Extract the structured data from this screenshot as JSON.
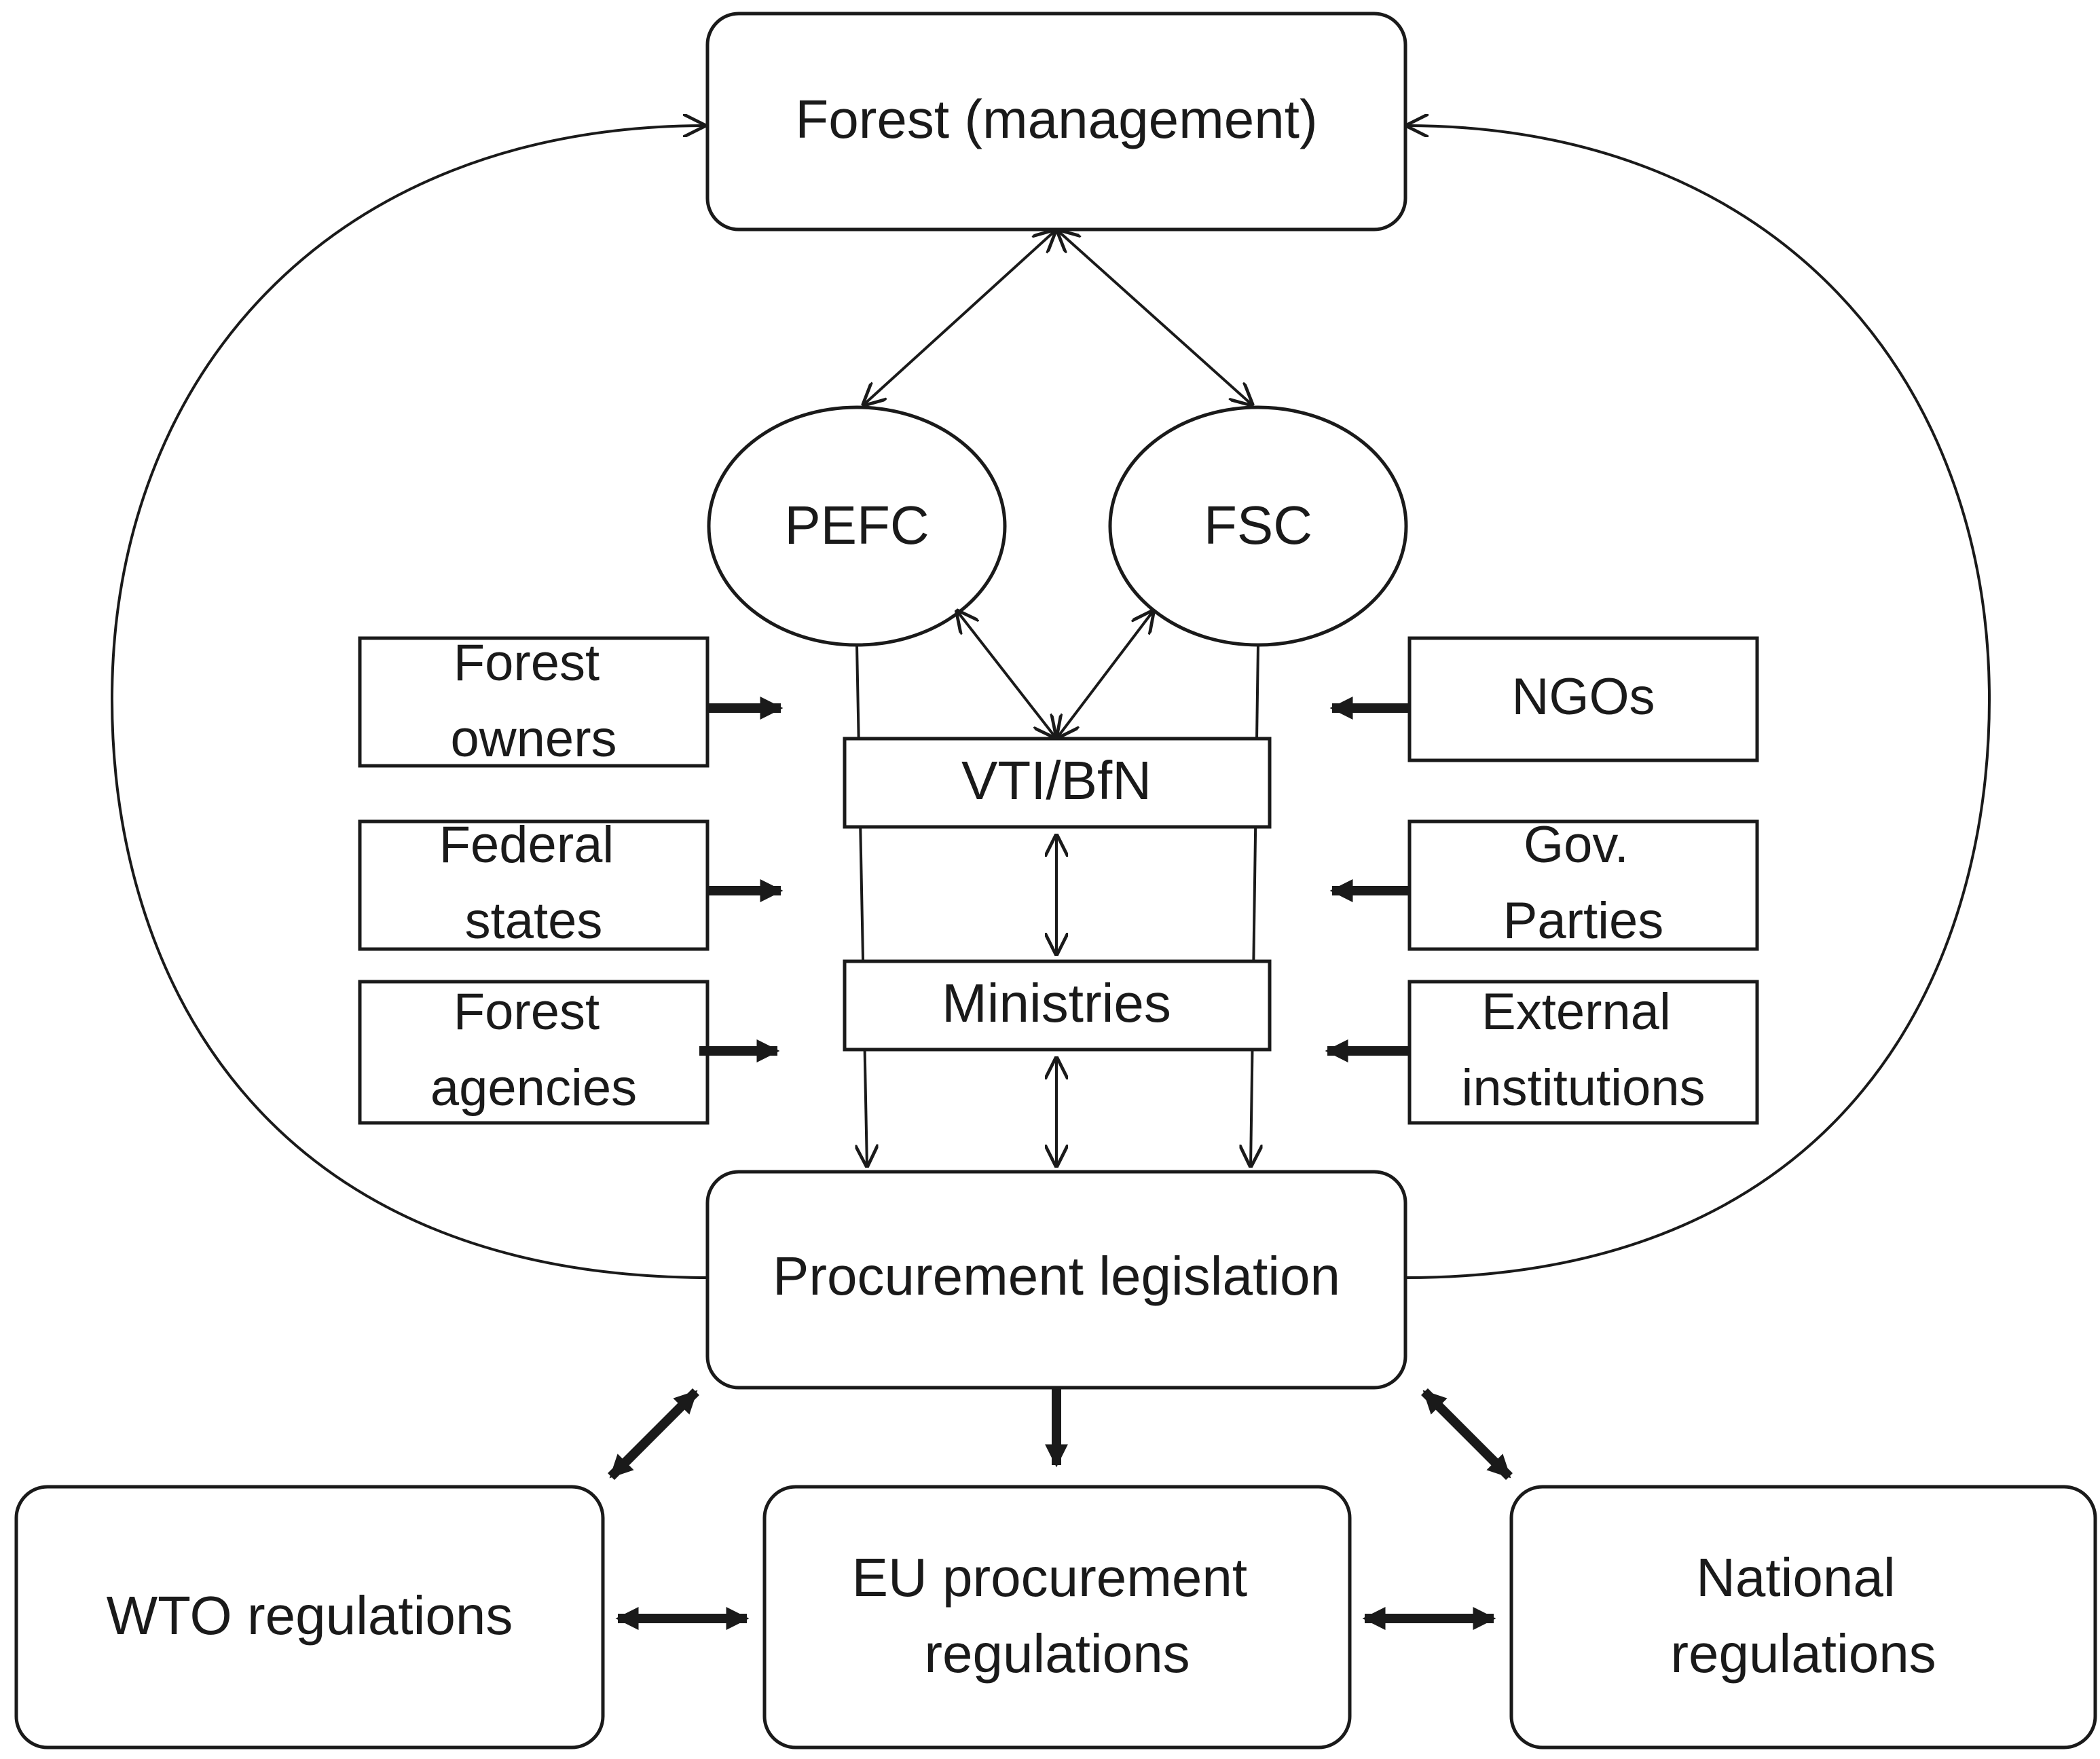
{
  "nodes": {
    "forest_management": "Forest (management)",
    "pefc": "PEFC",
    "fsc": "FSC",
    "vti_bfn": "VTI/BfN",
    "ministries": "Ministries",
    "procurement_legislation": "Procurement legislation",
    "wto_regulations": "WTO regulations",
    "eu_procurement": [
      "EU procurement",
      "regulations"
    ],
    "national_regulations": [
      "National",
      "regulations"
    ]
  },
  "actors_left": [
    [
      "Forest",
      "owners"
    ],
    [
      "Federal",
      "states"
    ],
    [
      "Forest",
      "agencies"
    ]
  ],
  "actors_right": [
    [
      "NGOs"
    ],
    [
      "Gov.",
      "Parties"
    ],
    [
      "External",
      "institutions"
    ]
  ],
  "colors": {
    "stroke": "#1a1a1a",
    "background": "#ffffff"
  }
}
